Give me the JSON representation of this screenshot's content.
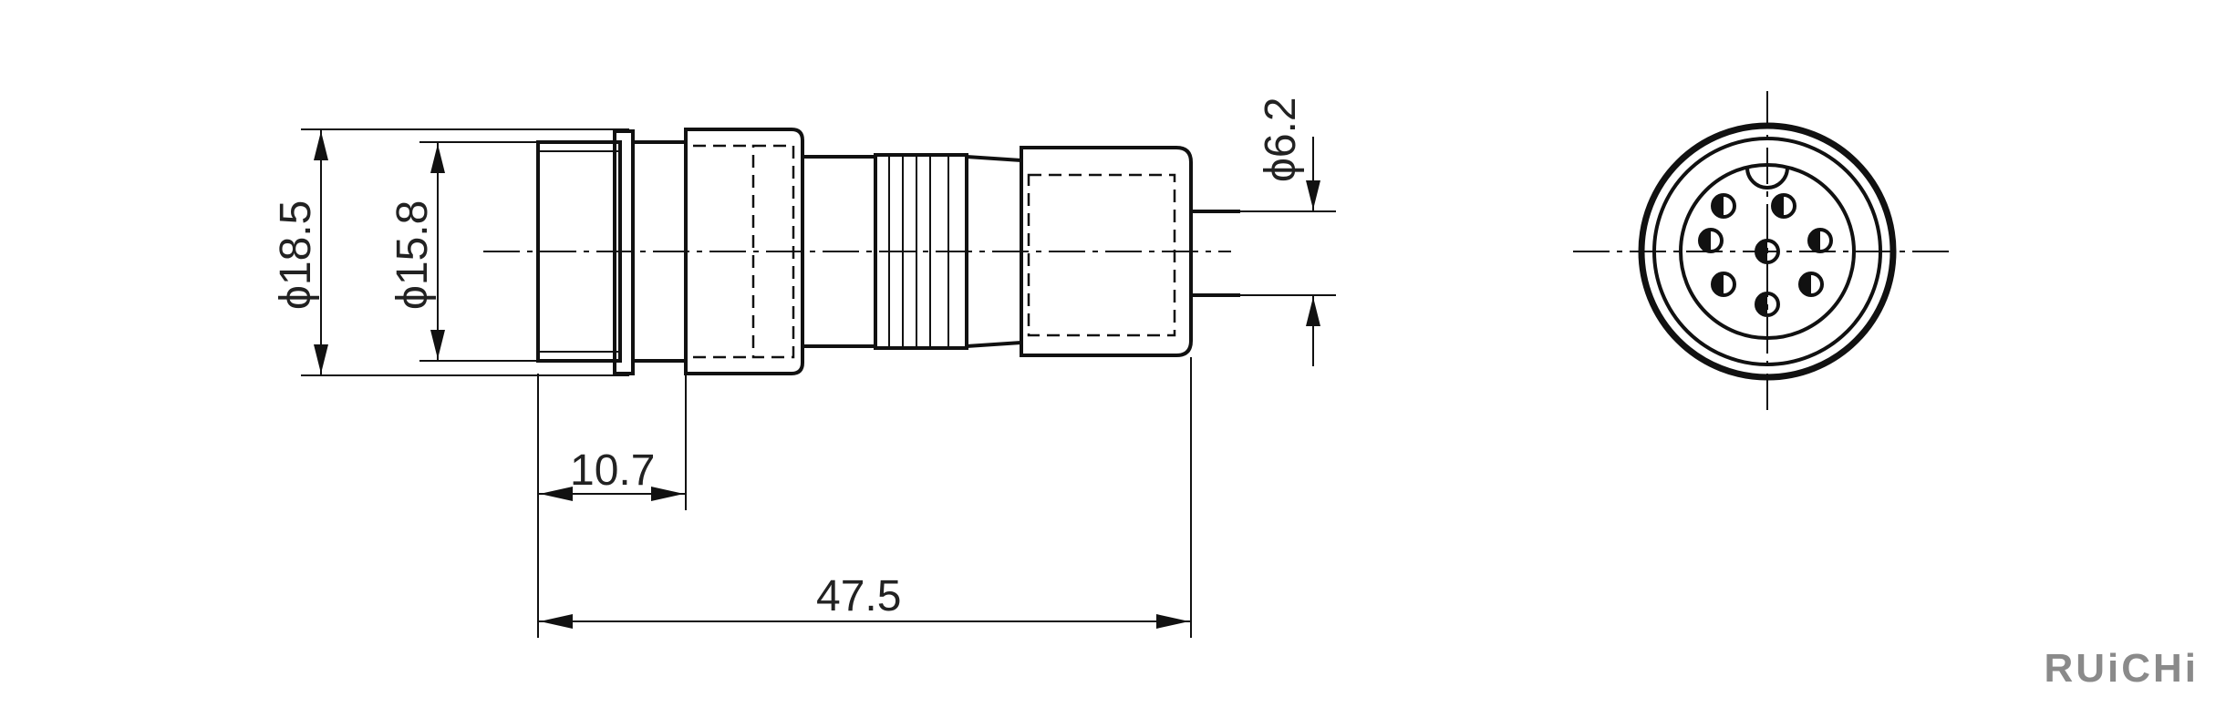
{
  "dimensions": {
    "dia_outer": "ϕ18.5",
    "dia_inner": "ϕ15.8",
    "dia_cable": "ϕ6.2",
    "len_thread": "10.7",
    "len_total": "47.5"
  },
  "brand": "RUiCHi"
}
